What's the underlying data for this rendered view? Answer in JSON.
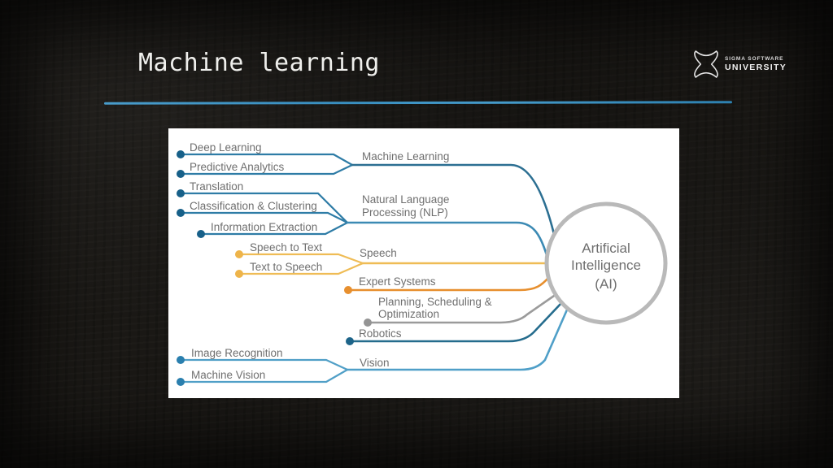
{
  "slide": {
    "title": "Machine learning",
    "logo": {
      "top": "SIGMA SOFTWARE",
      "bottom": "UNIVERSITY"
    },
    "colors": {
      "background": "#1a1815",
      "divider": "#3f9ccd",
      "panel": "#ffffff",
      "title_text": "#efefec"
    }
  },
  "diagram": {
    "label_color": "#6f6f6f",
    "center_node": {
      "line1": "Artificial",
      "line2": "Intelligence",
      "line3": "(AI)",
      "ring_color": "#b9b9b9"
    },
    "leaves": [
      {
        "label": "Deep Learning",
        "color": "#2e7ca6",
        "dot": "#176089"
      },
      {
        "label": "Predictive Analytics",
        "color": "#2e7ca6",
        "dot": "#176089"
      },
      {
        "label": "Translation",
        "color": "#2e7ca6",
        "dot": "#176089"
      },
      {
        "label": "Classification & Clustering",
        "color": "#2e7ca6",
        "dot": "#176089"
      },
      {
        "label": "Information Extraction",
        "color": "#2e7ca6",
        "dot": "#176089"
      },
      {
        "label": "Speech to Text",
        "color": "#efbc55",
        "dot": "#eeb44a"
      },
      {
        "label": "Text to Speech",
        "color": "#efbc55",
        "dot": "#eeb44a"
      },
      {
        "label": "Image Recognition",
        "color": "#509fc7",
        "dot": "#2a7fae"
      },
      {
        "label": "Machine Vision",
        "color": "#509fc7",
        "dot": "#2a7fae"
      }
    ],
    "branches": [
      {
        "label": "Machine Learning",
        "color": "#2c6f92",
        "children": [
          "Deep Learning",
          "Predictive Analytics"
        ]
      },
      {
        "line1": "Natural Language",
        "line2": "Processing (NLP)",
        "color": "#3c8ab4",
        "children": [
          "Translation",
          "Classification & Clustering",
          "Information Extraction"
        ]
      },
      {
        "label": "Speech",
        "color": "#efbc55",
        "children": [
          "Speech to Text",
          "Text to Speech"
        ]
      },
      {
        "label": "Expert Systems",
        "color": "#e78f2e",
        "dot": "#e78f2e",
        "children": []
      },
      {
        "line1": "Planning, Scheduling &",
        "line2": "Optimization",
        "color": "#9b9b9b",
        "dot": "#949494",
        "children": []
      },
      {
        "label": "Robotics",
        "color": "#256c8d",
        "dot": "#1d6489",
        "children": []
      },
      {
        "label": "Vision",
        "color": "#4f9fc8",
        "children": [
          "Image Recognition",
          "Machine Vision"
        ]
      }
    ]
  }
}
